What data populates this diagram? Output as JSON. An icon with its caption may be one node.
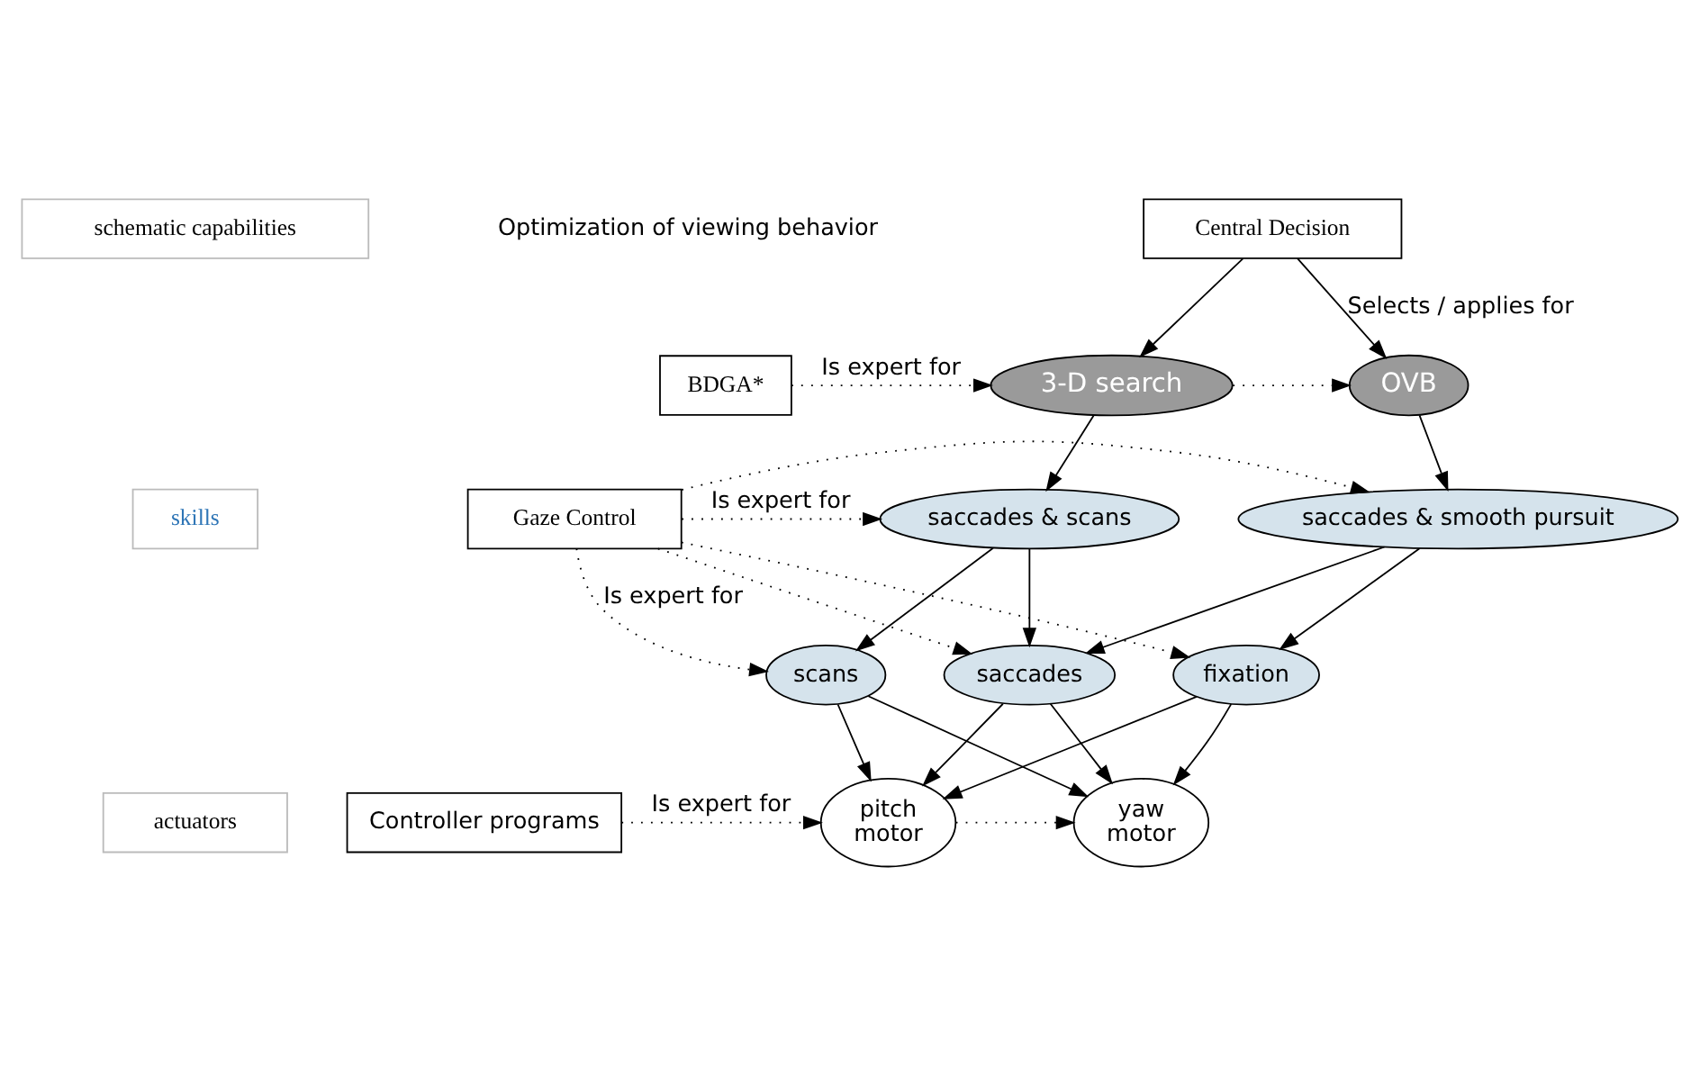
{
  "diagram": {
    "nodes": [
      {
        "text": [
          "schematic capabilities"
        ]
      },
      {
        "text": [
          "Central Decision"
        ]
      },
      {
        "text": [
          "OVB"
        ]
      },
      {
        "text": [
          "3-D search"
        ]
      },
      {
        "text": [
          "BDGA*"
        ]
      },
      {
        "text": [
          "skills"
        ]
      },
      {
        "text": [
          "saccades & smooth pursuit"
        ]
      },
      {
        "text": [
          "saccades & scans"
        ]
      },
      {
        "text": [
          "Gaze Control"
        ]
      },
      {
        "text": [
          "fixation"
        ]
      },
      {
        "text": [
          "saccades"
        ]
      },
      {
        "text": [
          "scans"
        ]
      },
      {
        "text": [
          "actuators"
        ]
      },
      {
        "text": [
          "yaw",
          "motor"
        ]
      },
      {
        "text": [
          "pitch",
          "motor"
        ]
      },
      {
        "text": [
          "Controller programs"
        ]
      }
    ],
    "edges": [
      {
        "from": 1,
        "to": 2,
        "arrow": "to",
        "label": "Selects / applies for"
      },
      {
        "from": 1,
        "to": 3,
        "arrow": "to"
      },
      {
        "from": 3,
        "to": 2,
        "arrow": "to",
        "style": "dashed"
      },
      {
        "from": 4,
        "to": 3,
        "arrow": "to",
        "style": "dashed",
        "label": "Is expert for"
      },
      {
        "from": 2,
        "to": 6,
        "arrow": "to"
      },
      {
        "from": 3,
        "to": 7,
        "arrow": "to"
      },
      {
        "from": 8,
        "to": 7,
        "arrow": "to",
        "style": "dashed",
        "label": "Is expert for"
      },
      {
        "from": 8,
        "to": 6,
        "arrow": "to",
        "style": "dashed"
      },
      {
        "from": 8,
        "to": 9,
        "arrow": "to",
        "style": "dashed"
      },
      {
        "from": 8,
        "to": 10,
        "arrow": "to",
        "style": "dashed"
      },
      {
        "from": 8,
        "to": 11,
        "arrow": "to",
        "style": "dashed",
        "label": "Is expert for"
      },
      {
        "from": 6,
        "to": 9,
        "arrow": "to"
      },
      {
        "from": 6,
        "to": 10,
        "arrow": "to"
      },
      {
        "from": 7,
        "to": 10,
        "arrow": "to"
      },
      {
        "from": 7,
        "to": 11,
        "arrow": "to"
      },
      {
        "from": 9,
        "to": 13,
        "arrow": "to"
      },
      {
        "from": 9,
        "to": 14,
        "arrow": "to"
      },
      {
        "from": 10,
        "to": 13,
        "arrow": "to"
      },
      {
        "from": 10,
        "to": 14,
        "arrow": "to"
      },
      {
        "from": 11,
        "to": 13,
        "arrow": "to"
      },
      {
        "from": 11,
        "to": 14,
        "arrow": "to"
      },
      {
        "from": 15,
        "to": 14,
        "arrow": "to",
        "style": "dashed",
        "label": "Is expert for"
      },
      {
        "from": 14,
        "to": 13,
        "arrow": "to",
        "style": "dashed"
      }
    ],
    "labels": [
      "Optimization of viewing behavior"
    ]
  }
}
